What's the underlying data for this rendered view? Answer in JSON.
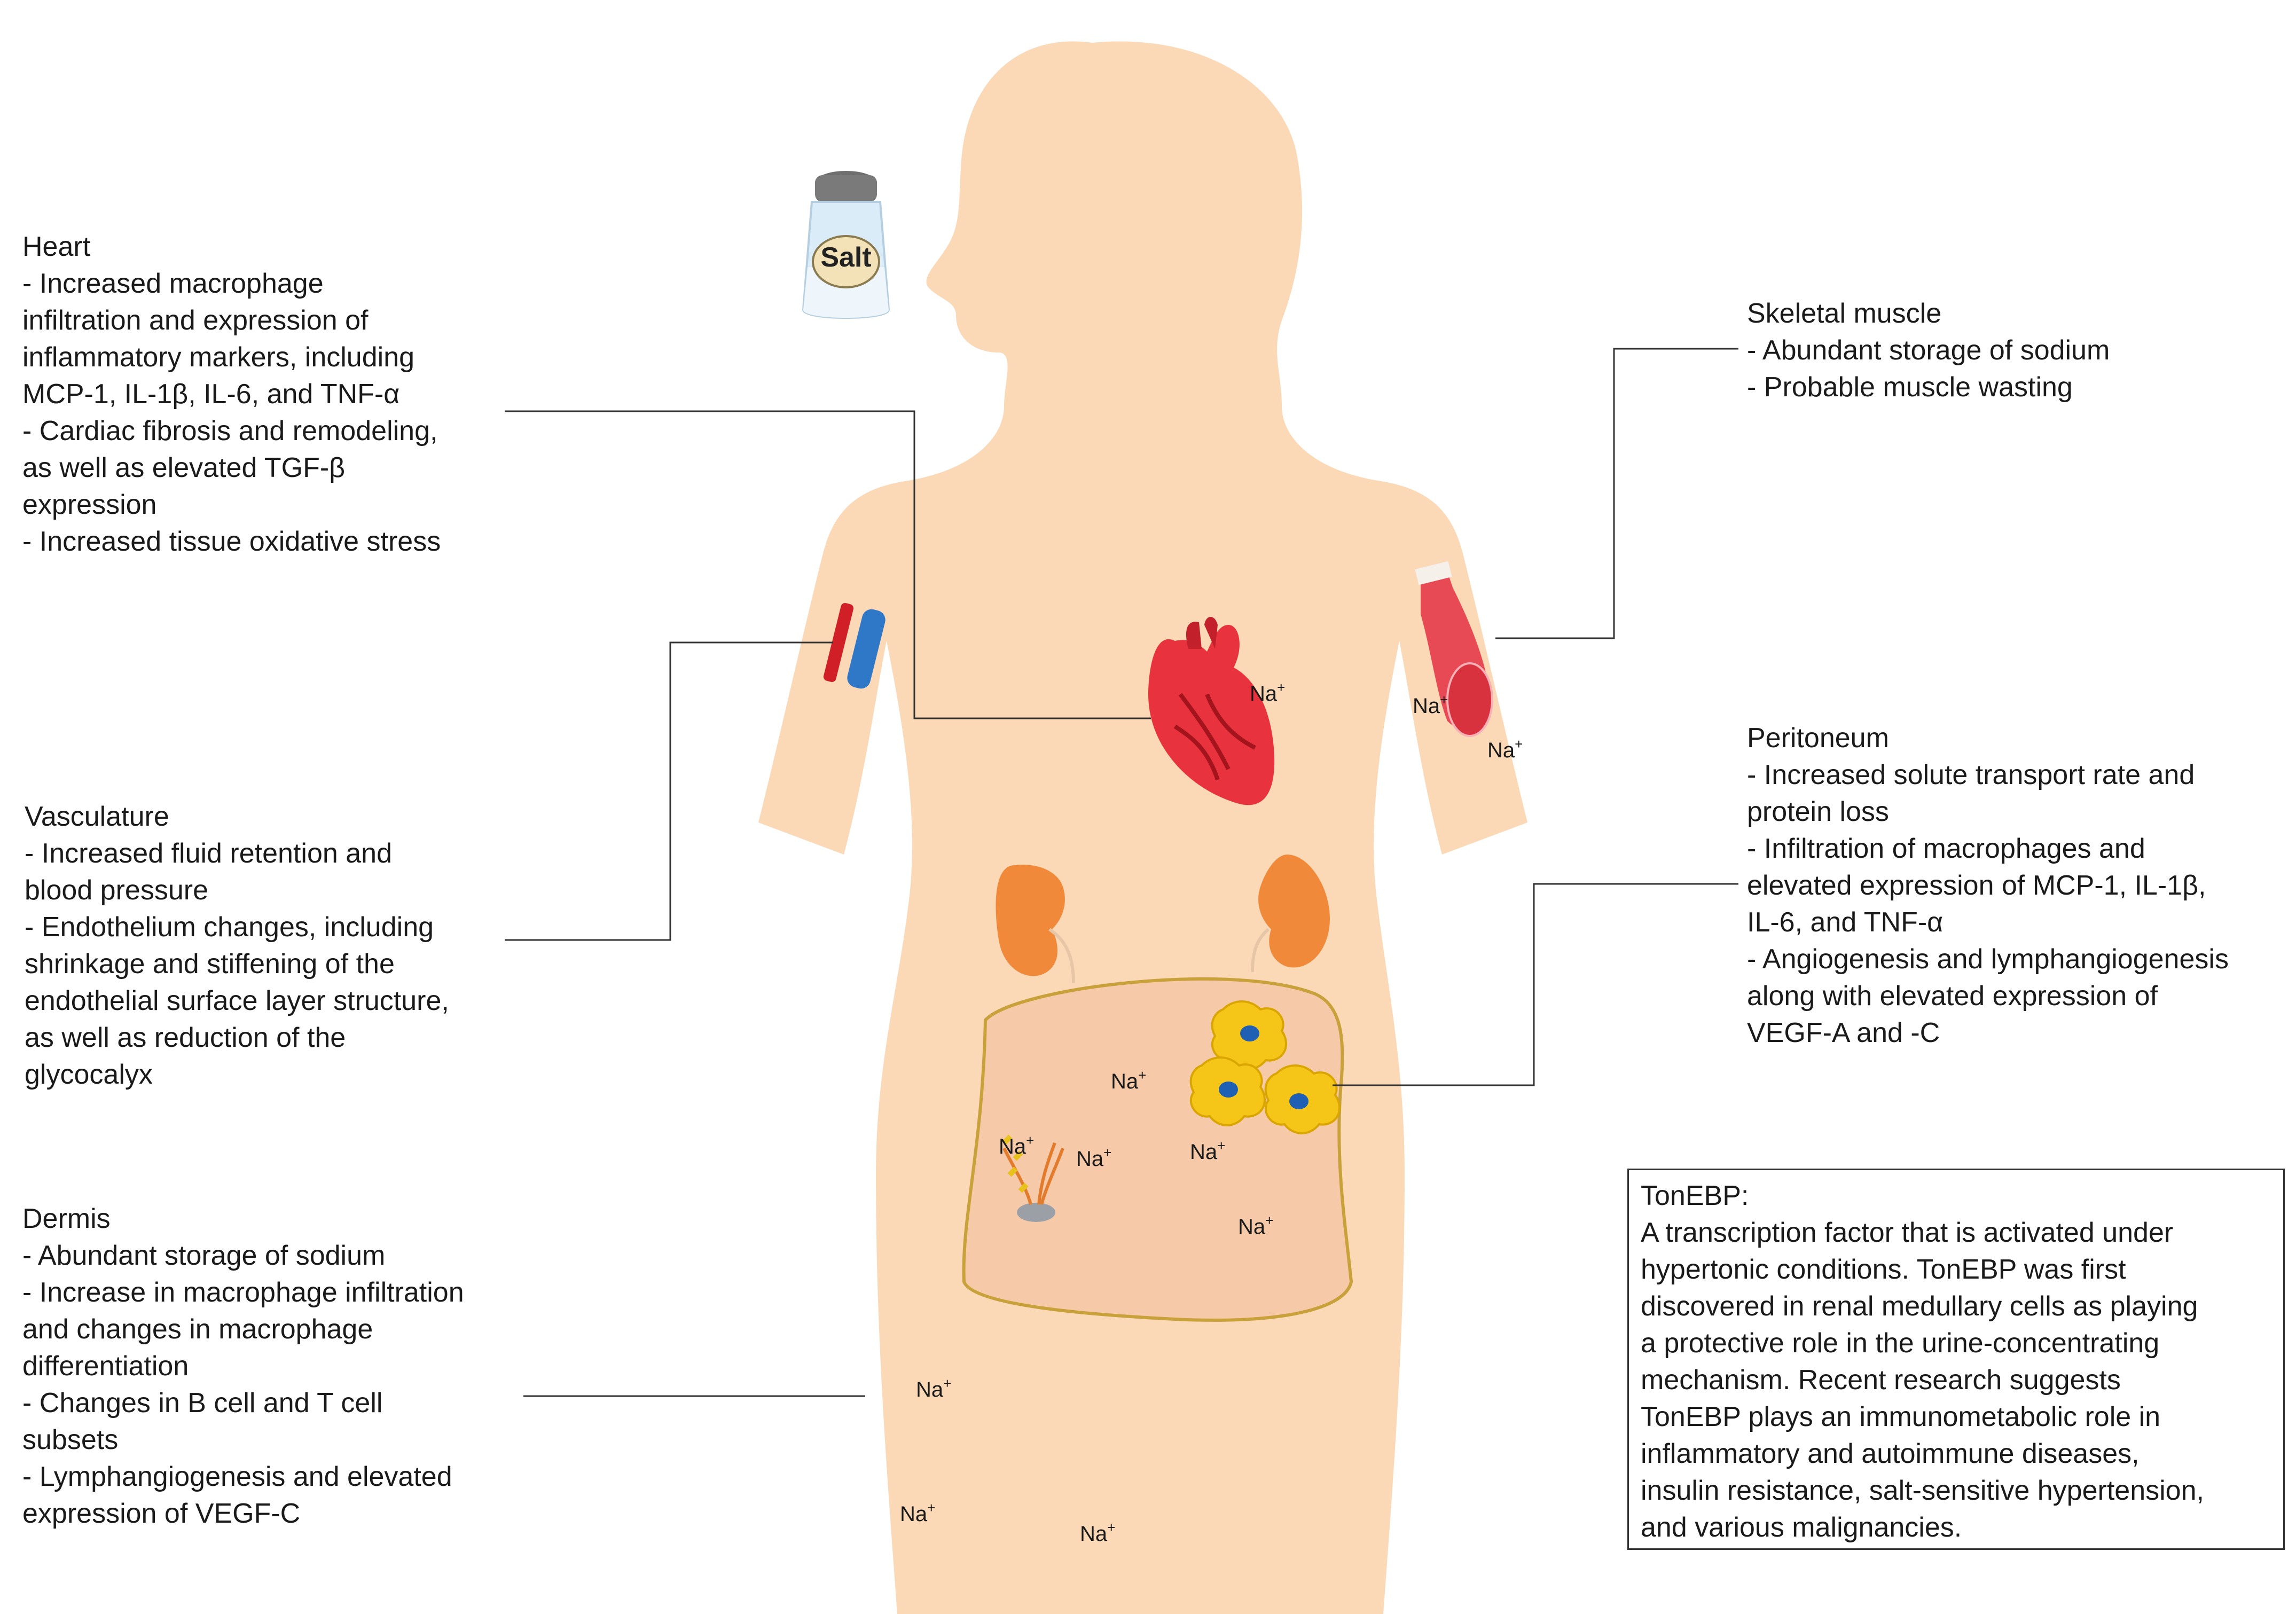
{
  "panels": {
    "heart": {
      "title": "Heart",
      "items": [
        "- Increased macrophage",
        "infiltration and expression of",
        "inflammatory markers, including",
        "MCP-1, IL-1β, IL-6, and TNF-α",
        "- Cardiac fibrosis and remodeling,",
        "as well as elevated TGF-β",
        "expression",
        "- Increased tissue oxidative stress"
      ]
    },
    "vasculature": {
      "title": "Vasculature",
      "items": [
        "- Increased fluid retention and",
        "blood pressure",
        "- Endothelium changes, including",
        "shrinkage and stiffening of the",
        "endothelial surface layer structure,",
        "as well as reduction of the",
        "glycocalyx"
      ]
    },
    "dermis": {
      "title": "Dermis",
      "items": [
        "- Abundant storage of sodium",
        "- Increase in macrophage infiltration",
        "and changes in macrophage",
        "differentiation",
        "- Changes in B cell and T cell",
        "subsets",
        "- Lymphangiogenesis and elevated",
        "expression of VEGF-C"
      ]
    },
    "skeletal_muscle": {
      "title": "Skeletal muscle",
      "items": [
        "- Abundant storage of sodium",
        "- Probable muscle wasting"
      ]
    },
    "peritoneum": {
      "title": "Peritoneum",
      "items": [
        "- Increased solute transport rate and",
        "protein loss",
        "- Infiltration of macrophages and",
        "elevated expression of MCP-1, IL-1β,",
        "IL-6, and TNF-α",
        "- Angiogenesis and lymphangiogenesis",
        "along with elevated expression of",
        "VEGF-A and -C"
      ]
    }
  },
  "tonebp": {
    "lines": [
      "TonEBP:",
      "A transcription factor that is activated under",
      "hypertonic conditions. TonEBP was first",
      "discovered in renal medullary cells as playing",
      "a protective role in the urine-concentrating",
      "mechanism. Recent research suggests",
      "TonEBP plays an immunometabolic role in",
      "inflammatory and autoimmune diseases,",
      "insulin resistance, salt-sensitive hypertension,",
      "and various malignancies."
    ]
  },
  "salt_label": "Salt",
  "sodium": {
    "symbol": "Na",
    "charge": "+"
  },
  "colors": {
    "body": "#fbd8b6",
    "heart": "#e8323d",
    "kidney": "#f08a3a",
    "artery": "#d01f26",
    "vein": "#2f78c8",
    "muscle": "#e84a55",
    "cell_body": "#f5c518",
    "cell_nucleus": "#1f5fb4",
    "peritoneum_outline": "#c9a13a",
    "leader_line": "#333333"
  }
}
